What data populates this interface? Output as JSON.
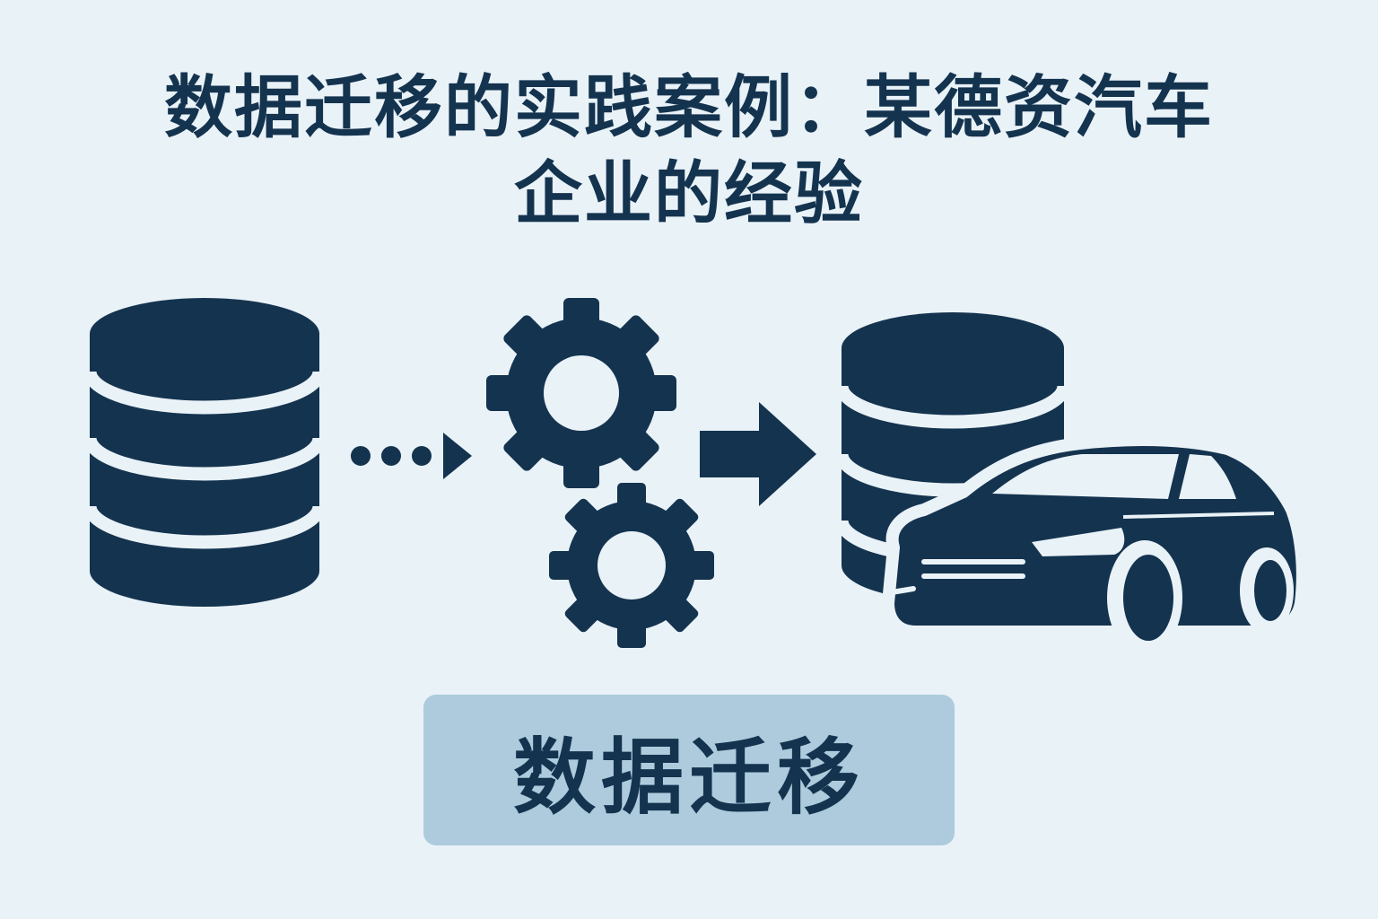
{
  "title": {
    "line1": "数据迁移的实践案例：某德资汽车",
    "line2": "企业的经验"
  },
  "label": {
    "text": "数据迁移"
  },
  "icons": {
    "source": "database-icon",
    "process": "gears-icon",
    "flow_dots": "dotted-arrow-icon",
    "flow_arrow": "arrow-right-icon",
    "target": "database-icon",
    "vehicle": "car-icon"
  },
  "colors": {
    "background": "#e9f2f7",
    "primary": "#14334f",
    "label_bg": "#adcbdc"
  }
}
